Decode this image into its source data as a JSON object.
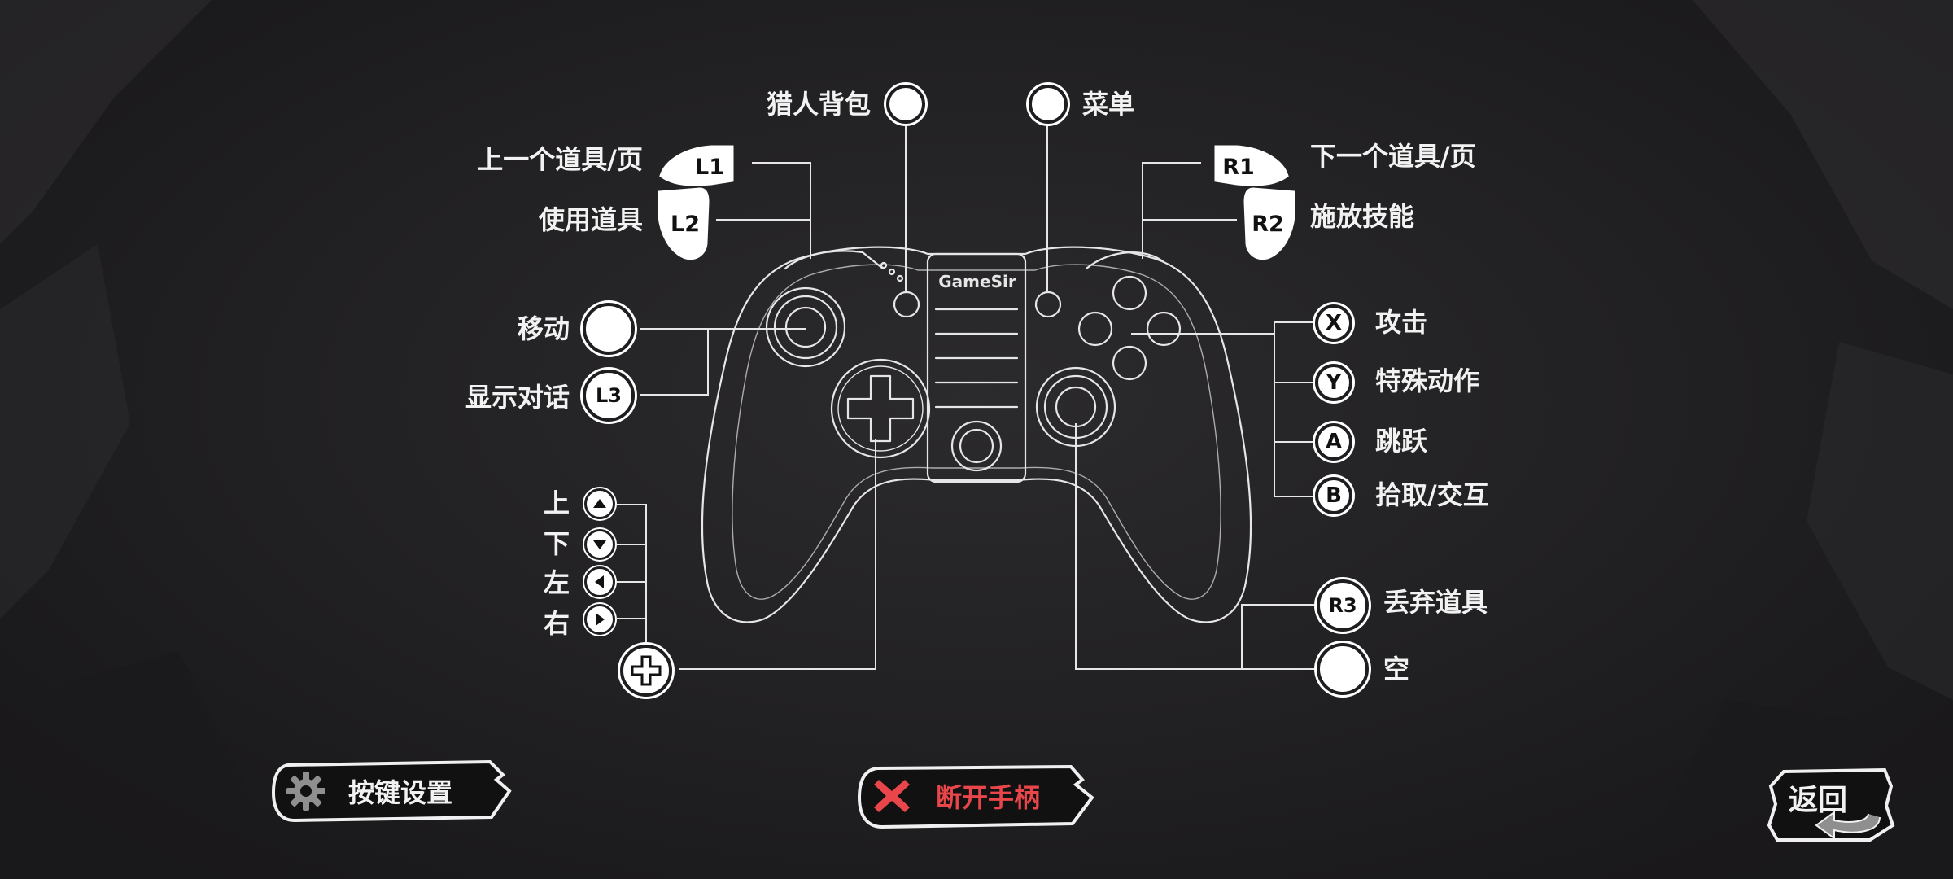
{
  "brand_text": "GameSir",
  "top_labels": {
    "backpack": "猎人背包",
    "menu": "菜单"
  },
  "left_labels": {
    "l1": "上一个道具/页",
    "l2": "使用道具",
    "move": "移动",
    "l3": "显示对话",
    "up": "上",
    "down": "下",
    "left": "左",
    "right": "右"
  },
  "right_labels": {
    "r1": "下一个道具/页",
    "r2": "施放技能",
    "x": "攻击",
    "y": "特殊动作",
    "a": "跳跃",
    "b": "拾取/交互",
    "r3": "丢弃道具",
    "rstick": "空"
  },
  "buttons": {
    "l1": "L1",
    "l2": "L2",
    "l3": "L3",
    "r1": "R1",
    "r2": "R2",
    "r3": "R3",
    "x": "X",
    "y": "Y",
    "a": "A",
    "b": "B"
  },
  "bottom": {
    "settings": "按键设置",
    "disconnect": "断开手柄",
    "back": "返回"
  },
  "colors": {
    "accent_red": "#e8464a",
    "line": "#e6e6e6",
    "bg": "#222123"
  }
}
